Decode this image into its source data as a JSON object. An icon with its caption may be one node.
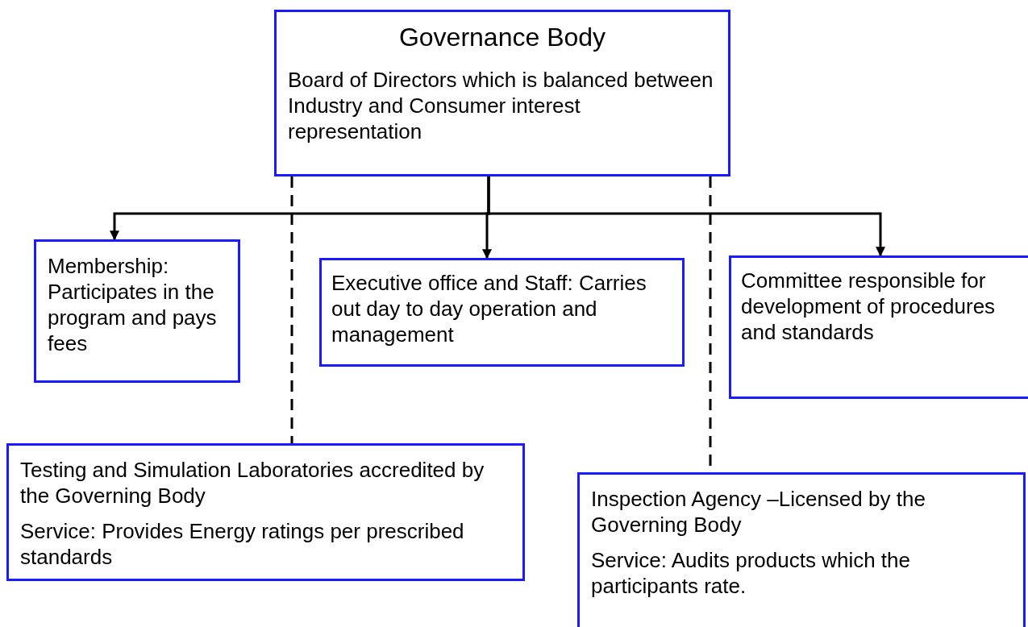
{
  "diagram": {
    "nodes": [
      {
        "text": [
          "Governance Body",
          "Board of Directors which is balanced between Industry and Consumer interest representation"
        ]
      },
      {
        "text": [
          "Membership: Participates in the program and pays fees"
        ]
      },
      {
        "text": [
          "Executive office and Staff: Carries out day to day operation and management"
        ]
      },
      {
        "text": [
          "Committee responsible for development of procedures and standards"
        ]
      },
      {
        "text": [
          "Testing and Simulation Laboratories accredited by the Governing Body",
          "Service: Provides Energy ratings per prescribed standards"
        ]
      },
      {
        "text": [
          "Inspection Agency –Licensed by the Governing Body",
          "Service: Audits products which the participants rate."
        ]
      }
    ],
    "edges": [
      {
        "from": 0,
        "to": 1,
        "arrow": "to"
      },
      {
        "from": 0,
        "to": 2,
        "arrow": "to"
      },
      {
        "from": 0,
        "to": 3,
        "arrow": "to"
      },
      {
        "from": 0,
        "to": 4,
        "arrow": "none",
        "style": "dashed"
      },
      {
        "from": 0,
        "to": 5,
        "arrow": "none",
        "style": "dashed"
      }
    ]
  }
}
